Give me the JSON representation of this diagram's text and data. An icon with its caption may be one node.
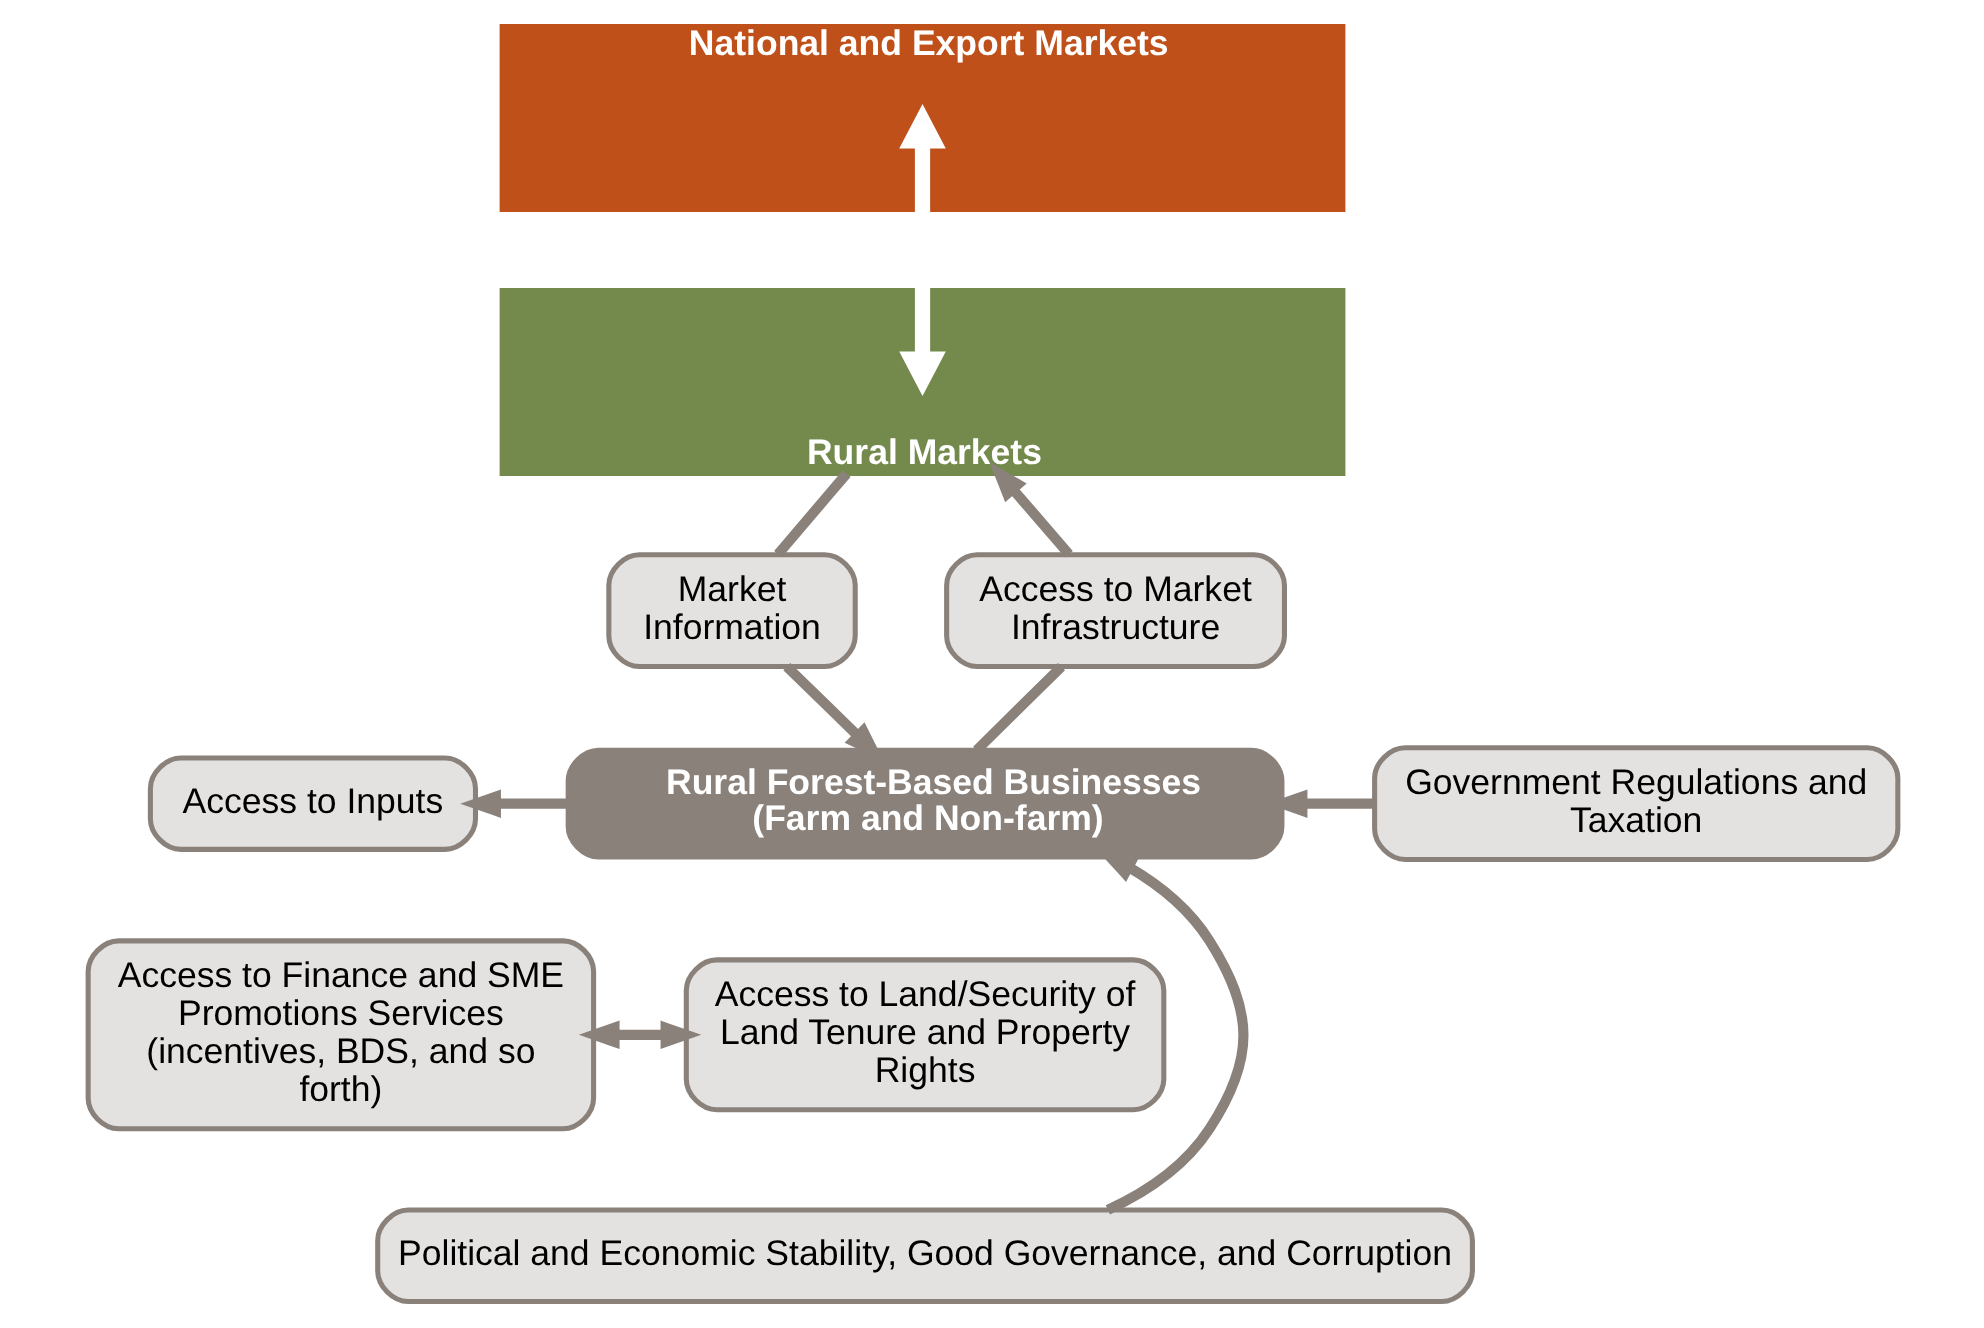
{
  "diagram": {
    "nodes": [
      {
        "text": [
          "National and Export Markets"
        ]
      },
      {
        "text": [
          "Rural Markets"
        ]
      },
      {
        "text": [
          "Market Information"
        ]
      },
      {
        "text": [
          "Access to Market Infrastructure"
        ]
      },
      {
        "text": [
          "Access to Inputs"
        ]
      },
      {
        "text": [
          "Rural Forest-Based Businesses (Farm and Non-farm)"
        ]
      },
      {
        "text": [
          "Government Regulations and Taxation"
        ]
      },
      {
        "text": [
          "Access to Finance and SME Promotions Services (incentives, BDS, and so forth)"
        ]
      },
      {
        "text": [
          "Access to Land/Security of Land Tenure and Property Rights"
        ]
      },
      {
        "text": [
          "Political and Economic Stability, Good Governance, and Corruption"
        ]
      }
    ],
    "edges": [
      {
        "from": 0,
        "to": 1,
        "arrow": "both",
        "color": "#ffffff"
      },
      {
        "from": 1,
        "to": 2,
        "arrow": "none"
      },
      {
        "from": 2,
        "to": 5,
        "arrow": "to"
      },
      {
        "from": 5,
        "to": 3,
        "arrow": "none"
      },
      {
        "from": 3,
        "to": 1,
        "arrow": "to"
      },
      {
        "from": 5,
        "to": 4,
        "arrow": "to"
      },
      {
        "from": 6,
        "to": 5,
        "arrow": "to"
      },
      {
        "from": 9,
        "to": 5,
        "arrow": "to"
      },
      {
        "from": 7,
        "to": 8,
        "arrow": "both"
      }
    ]
  }
}
